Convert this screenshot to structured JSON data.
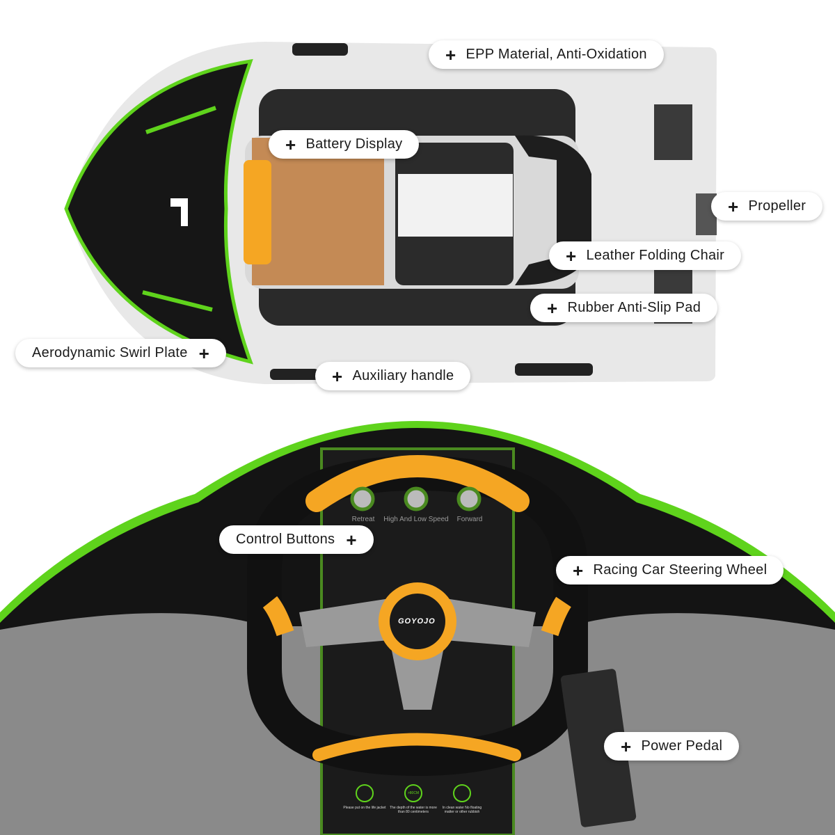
{
  "labels": {
    "epp": "EPP Material, Anti-Oxidation",
    "battery": "Battery Display",
    "propeller": "Propeller",
    "chair": "Leather Folding Chair",
    "pad": "Rubber Anti-Slip Pad",
    "swirl": "Aerodynamic Swirl Plate",
    "handle": "Auxiliary handle",
    "control": "Control Buttons",
    "wheel": "Racing Car Steering Wheel",
    "pedal": "Power Pedal"
  },
  "plus_icon": "+",
  "buttons": [
    "Retreat",
    "High And Low Speed",
    "Forward"
  ],
  "safety": [
    "Please put on the life jacket",
    "The depth of the water is more than 80 centimeters",
    "In clean water No floating matter or other rubbish"
  ],
  "depth_badge": ">80CM",
  "brand": "GOYOJO",
  "colors": {
    "accent_green": "#5fd31c",
    "orange": "#f5a623",
    "boat_grey": "#e6e6e6",
    "dark": "#1a1a1a",
    "wood": "#c48a55"
  }
}
